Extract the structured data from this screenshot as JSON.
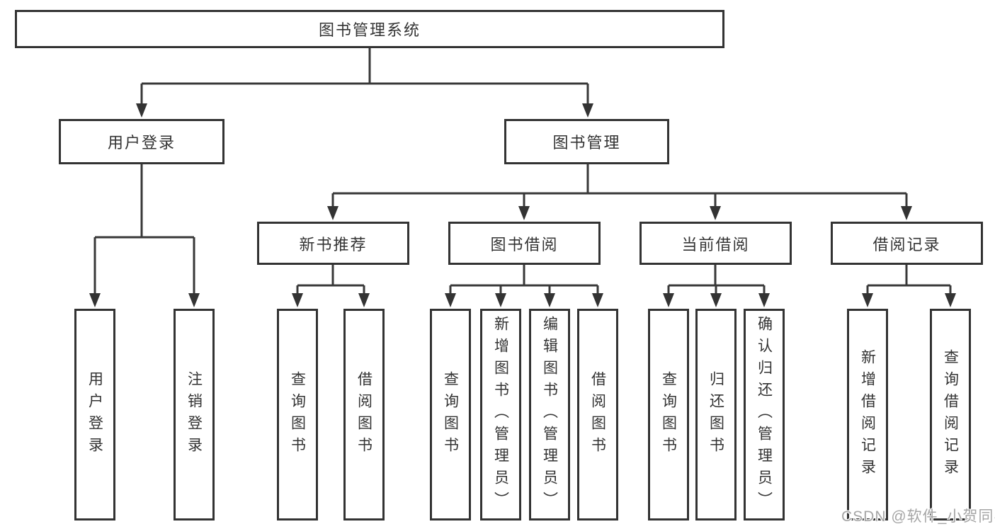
{
  "colors": {
    "background": "#ffffff",
    "line": "#383838",
    "box_border": "#333333",
    "text": "#333333",
    "watermark": "#a5a5a5"
  },
  "watermark": {
    "text": "CSDN @软件_小贺同学"
  },
  "tree": {
    "label": "图书管理系统",
    "children": [
      {
        "label": "用户登录",
        "children": [
          {
            "label": "用户登录"
          },
          {
            "label": "注销登录"
          }
        ]
      },
      {
        "label": "图书管理",
        "children": [
          {
            "label": "新书推荐",
            "children": [
              {
                "label": "查询图书"
              },
              {
                "label": "借阅图书"
              }
            ]
          },
          {
            "label": "图书借阅",
            "children": [
              {
                "label": "查询图书"
              },
              {
                "label": "新增图书（管理员）"
              },
              {
                "label": "编辑图书（管理员）"
              },
              {
                "label": "借阅图书"
              }
            ]
          },
          {
            "label": "当前借阅",
            "children": [
              {
                "label": "查询图书"
              },
              {
                "label": "归还图书"
              },
              {
                "label": "确认归还（管理员）"
              }
            ]
          },
          {
            "label": "借阅记录",
            "children": [
              {
                "label": "新增借阅记录"
              },
              {
                "label": "查询借阅记录"
              }
            ]
          }
        ]
      }
    ]
  }
}
